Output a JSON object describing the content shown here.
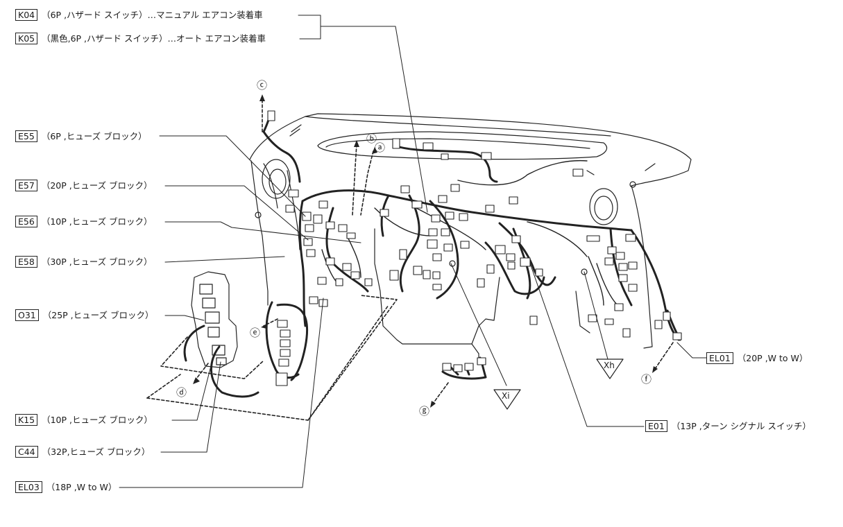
{
  "callouts": [
    {
      "id": "k04",
      "code": "K04",
      "desc": "（6P ,ハザード スイッチ）…マニュアル エアコン装着車"
    },
    {
      "id": "k05",
      "code": "K05",
      "desc": "（黒色,6P ,ハザード スイッチ）…オート エアコン装着車"
    },
    {
      "id": "e55",
      "code": "E55",
      "desc": "（6P ,ヒューズ ブロック）"
    },
    {
      "id": "e57",
      "code": "E57",
      "desc": "（20P ,ヒューズ ブロック）"
    },
    {
      "id": "e56",
      "code": "E56",
      "desc": "（10P ,ヒューズ ブロック）"
    },
    {
      "id": "e58",
      "code": "E58",
      "desc": "（30P ,ヒューズ ブロック）"
    },
    {
      "id": "o31",
      "code": "O31",
      "desc": "（25P ,ヒューズ ブロック）"
    },
    {
      "id": "k15",
      "code": "K15",
      "desc": "（10P ,ヒューズ ブロック）"
    },
    {
      "id": "c44",
      "code": "C44",
      "desc": "（32P,ヒューズ ブロック）"
    },
    {
      "id": "el03",
      "code": "EL03",
      "desc": "（18P ,W to W）"
    },
    {
      "id": "el01",
      "code": "EL01",
      "desc": "（20P ,W to W）"
    },
    {
      "id": "e01",
      "code": "E01",
      "desc": "（13P ,ターン シグナル スイッチ）"
    }
  ],
  "markers": {
    "a": "ⓐ",
    "b": "ⓑ",
    "c": "ⓒ",
    "d": "ⓓ",
    "e": "ⓔ",
    "f": "ⓕ",
    "g": "ⓖ"
  },
  "triangles": {
    "xi": "Xi",
    "xh": "Xh"
  }
}
